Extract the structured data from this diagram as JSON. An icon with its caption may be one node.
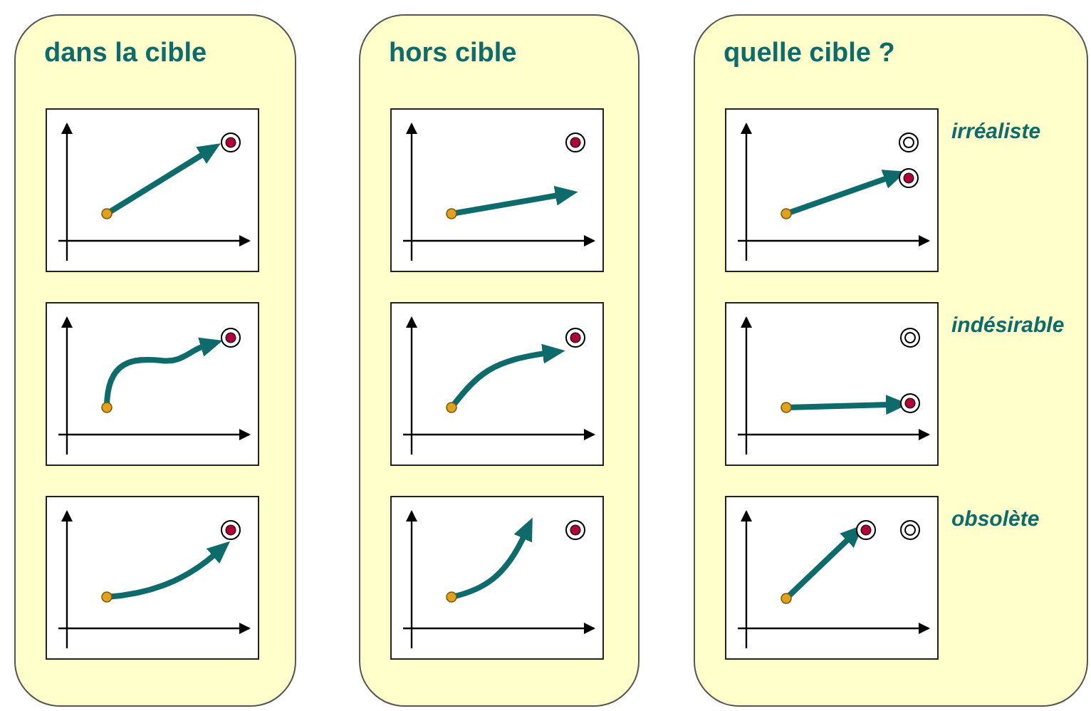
{
  "diagram": {
    "nodes": [
      {
        "text": [
          "dans la cible"
        ]
      },
      {
        "text": [],
        "shape": "picture",
        "in": 0
      },
      {
        "text": [],
        "shape": "picture",
        "in": 0
      },
      {
        "text": [],
        "shape": "picture",
        "in": 0
      },
      {
        "text": [
          "hors cible"
        ]
      },
      {
        "text": [],
        "shape": "picture",
        "in": 4
      },
      {
        "text": [],
        "shape": "picture",
        "in": 4
      },
      {
        "text": [],
        "shape": "picture",
        "in": 4
      },
      {
        "text": [
          "quelle cible ?"
        ]
      },
      {
        "text": [],
        "shape": "picture",
        "in": 8,
        "beside": [
          "irréaliste"
        ]
      },
      {
        "text": [],
        "shape": "picture",
        "in": 8,
        "beside": [
          "indésirable"
        ]
      },
      {
        "text": [],
        "shape": "picture",
        "in": 8,
        "beside": [
          "obsolète"
        ]
      }
    ]
  }
}
